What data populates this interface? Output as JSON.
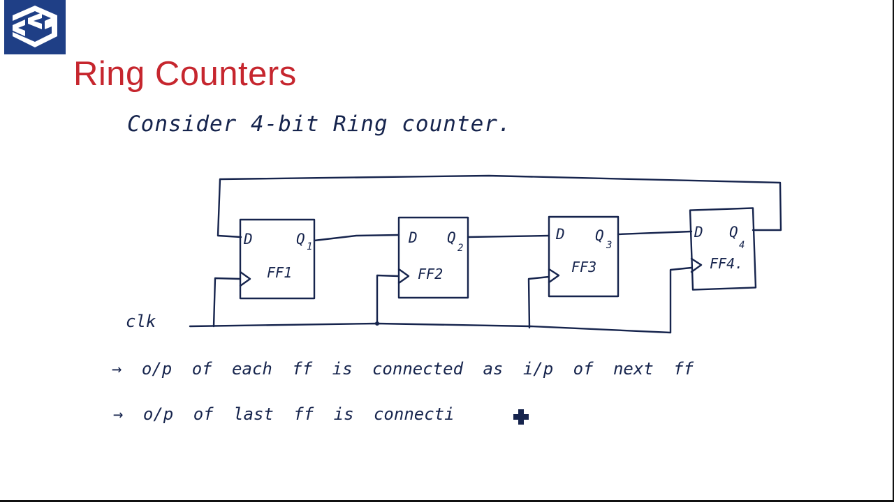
{
  "slide": {
    "title": "Ring Counters",
    "intro": "Consider 4-bit Ring counter.",
    "clock_label": "clk",
    "bullets": [
      "→ o/p of each ff is connected as i/p of next ff",
      "→ o/p of last ff is connecti"
    ]
  },
  "diagram": {
    "flipflops": [
      {
        "name": "FF1",
        "d": "D",
        "q": "Q",
        "q_sub": "1"
      },
      {
        "name": "FF2",
        "d": "D",
        "q": "Q",
        "q_sub": "2"
      },
      {
        "name": "FF3",
        "d": "D",
        "q": "Q",
        "q_sub": "3"
      },
      {
        "name": "FF4.",
        "d": "D",
        "q": "Q",
        "q_sub": "4"
      }
    ]
  },
  "colors": {
    "title": "#c6262e",
    "ink": "#16244d",
    "logo_bg": "#1f3f86"
  },
  "icons": {
    "logo": "brand-logo-icon",
    "pointer": "cursor-icon"
  }
}
